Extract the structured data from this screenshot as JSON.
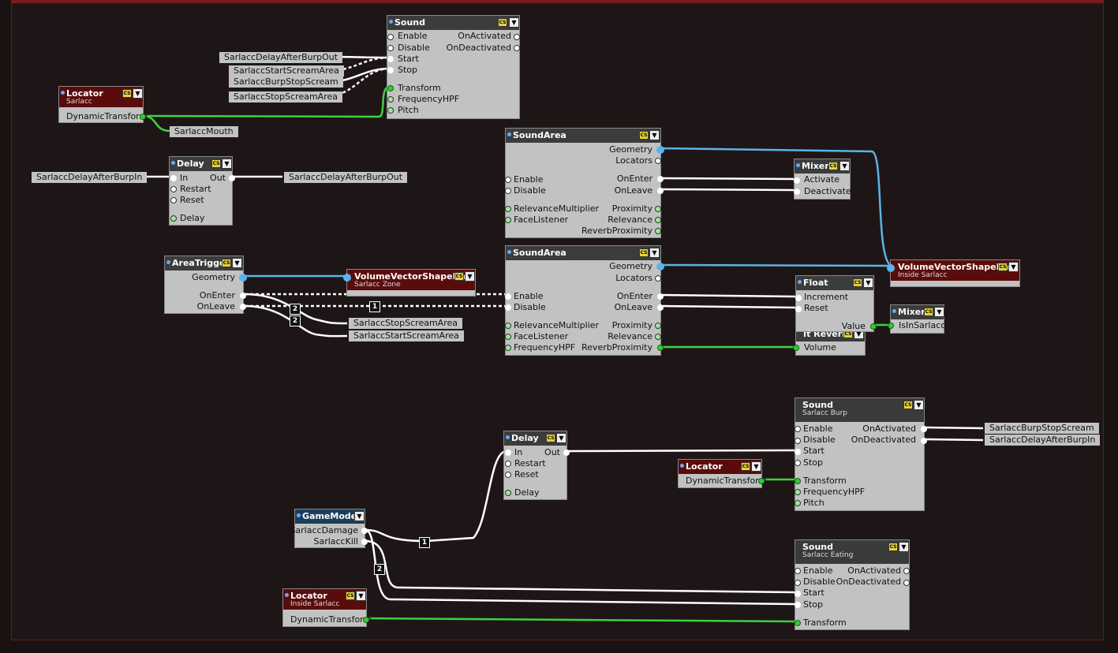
{
  "nodes": {
    "sound_top": {
      "title": "Sound",
      "ports_left": [
        "Enable",
        "Disable",
        "Start",
        "Stop",
        "Transform",
        "FrequencyHPF",
        "Pitch"
      ],
      "ports_right": [
        "OnActivated",
        "OnDeactivated"
      ]
    },
    "locator_sarlacc": {
      "title": "Locator",
      "subtitle": "Sarlacc",
      "port": "DynamicTransform"
    },
    "delay_top": {
      "title": "Delay",
      "ports_left": [
        "In",
        "Restart",
        "Reset",
        "Delay"
      ],
      "port_right": "Out"
    },
    "soundarea_1": {
      "title": "SoundArea",
      "ports_left": [
        "Enable",
        "Disable",
        "RelevanceMultiplier",
        "FaceListener"
      ],
      "ports_right": [
        "Geometry",
        "Locators",
        "OnEnter",
        "OnLeave",
        "Proximity",
        "Relevance",
        "ReverbProximity"
      ]
    },
    "mixer_1": {
      "title": "Mixer",
      "ports_left": [
        "Activate",
        "Deactivate"
      ]
    },
    "areatrigger": {
      "title": "AreaTrigger",
      "ports_right": [
        "Geometry",
        "OnEnter",
        "OnLeave"
      ]
    },
    "vvsd_zone": {
      "title": "VolumeVectorShapeData",
      "subtitle": "Sarlacc Zone"
    },
    "soundarea_2": {
      "title": "SoundArea",
      "ports_left": [
        "Enable",
        "Disable",
        "RelevanceMultiplier",
        "FaceListener",
        "FrequencyHPF"
      ],
      "ports_right": [
        "Geometry",
        "Locators",
        "OnEnter",
        "OnLeave",
        "Proximity",
        "Relevance",
        "ReverbProximity"
      ]
    },
    "vvsd_inside": {
      "title": "VolumeVectorShapeData",
      "subtitle": "Inside Sarlacc"
    },
    "float": {
      "title": "Float",
      "ports_left": [
        "Increment",
        "Reset"
      ],
      "port_right": "Value"
    },
    "mixer_2": {
      "title": "Mixer",
      "port": "IsInSarlacc"
    },
    "reverb": {
      "title": "It Reverb",
      "port": "Volume"
    },
    "sound_burp": {
      "title": "Sound",
      "subtitle": "Sarlacc Burp",
      "ports_left": [
        "Enable",
        "Disable",
        "Start",
        "Stop",
        "Transform",
        "FrequencyHPF",
        "Pitch"
      ],
      "ports_right": [
        "OnActivated",
        "OnDeactivated"
      ]
    },
    "delay_mid": {
      "title": "Delay",
      "ports_left": [
        "In",
        "Restart",
        "Reset",
        "Delay"
      ],
      "port_right": "Out"
    },
    "locator_mid": {
      "title": "Locator",
      "port": "DynamicTransform"
    },
    "gamemodes": {
      "title": "GameModes",
      "ports_right": [
        "SarlaccDamage",
        "SarlaccKill"
      ]
    },
    "locator_inside": {
      "title": "Locator",
      "subtitle": "Inside Sarlacc",
      "port": "DynamicTransform"
    },
    "sound_eating": {
      "title": "Sound",
      "subtitle": "Sarlacc Eating",
      "ports_left": [
        "Enable",
        "Disable",
        "Start",
        "Stop",
        "Transform"
      ],
      "ports_right": [
        "OnActivated",
        "OnDeactivated"
      ]
    }
  },
  "tags": {
    "delay_after_burp_out_1": "SarlaccDelayAfterBurpOut",
    "start_scream_area_1": "SarlaccStartScreamArea",
    "burp_stop_scream_1": "SarlaccBurpStopScream",
    "stop_scream_area_1": "SarlaccStopScreamArea",
    "mouth": "SarlaccMouth",
    "delay_after_burp_in_1": "SarlaccDelayAfterBurpIn",
    "delay_after_burp_out_2": "SarlaccDelayAfterBurpOut",
    "stop_scream_area_2": "SarlaccStopScreamArea",
    "start_scream_area_2": "SarlaccStartScreamArea",
    "burp_stop_scream_2": "SarlaccBurpStopScream",
    "delay_after_burp_in_2": "SarlaccDelayAfterBurpIn"
  },
  "badges": {
    "a": "2",
    "b": "1",
    "c": "2",
    "d": "1",
    "e": "2"
  },
  "cs_icon": "CS",
  "dropdown_icon": "▼",
  "colors": {
    "white_wire": "#ffffff",
    "green_wire": "#3ed23e",
    "blue_wire": "#5ab4ea",
    "red_header": "#5a0c0c",
    "blue_header": "#1d3e5a"
  }
}
